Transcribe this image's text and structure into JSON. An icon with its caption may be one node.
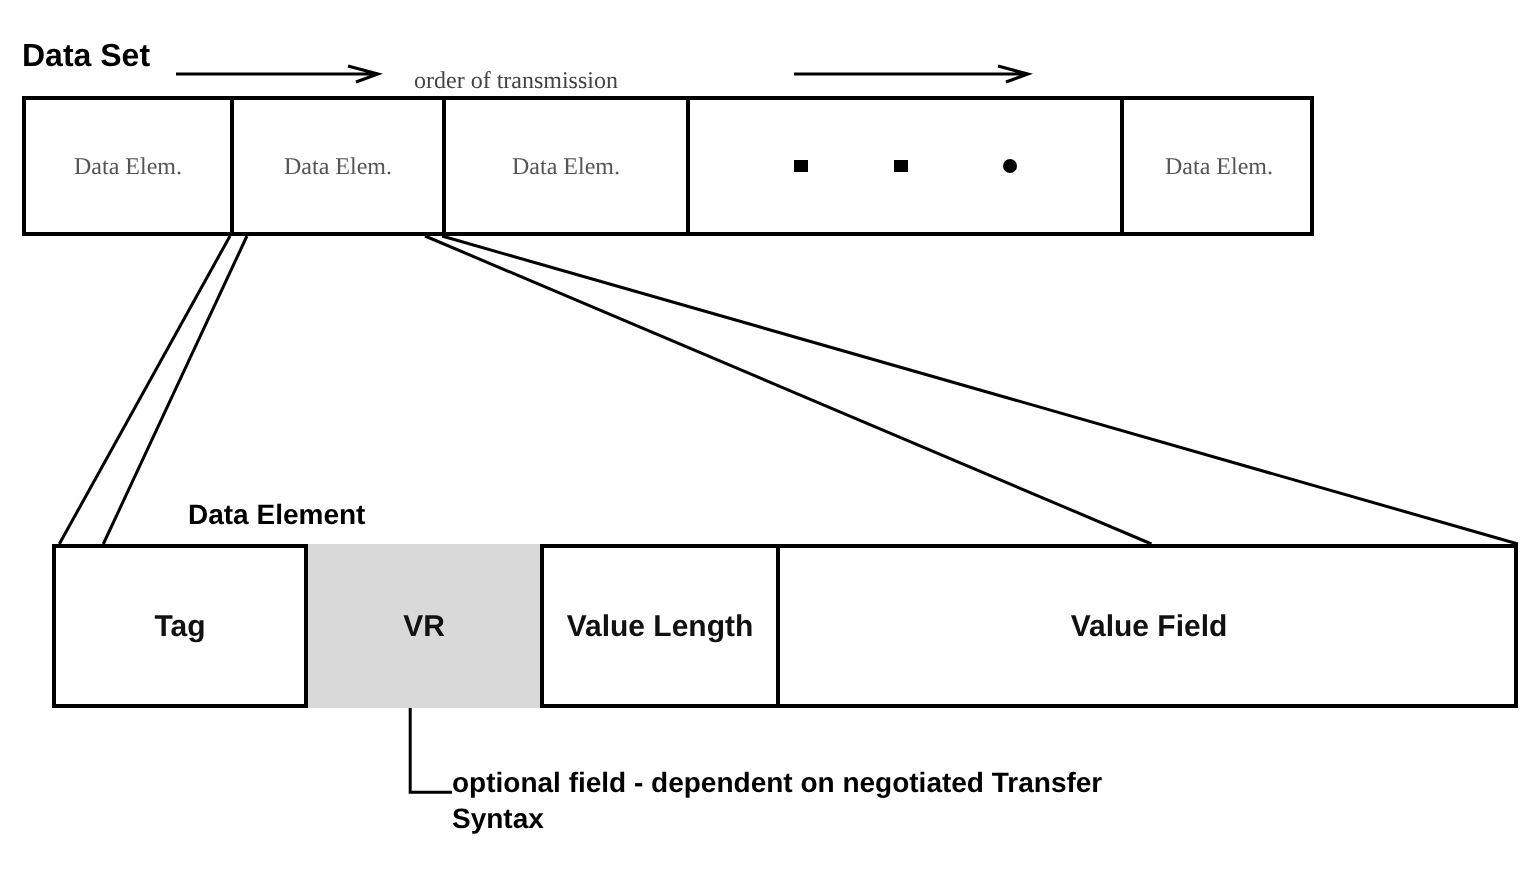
{
  "diagram": {
    "nodes": [
      {
        "text": [
          "Data Set"
        ]
      },
      {
        "text": [
          "Data Elem."
        ],
        "in": 0
      },
      {
        "text": [
          "Data Elem."
        ],
        "in": 0
      },
      {
        "text": [
          "Data Elem."
        ],
        "in": 0
      },
      {
        "text": [],
        "shape": "box",
        "in": 0
      },
      {
        "text": [
          "Data Elem."
        ],
        "in": 0
      },
      {
        "text": [
          "Data Element"
        ]
      },
      {
        "text": [
          "Tag"
        ],
        "in": 6
      },
      {
        "text": [
          "VR"
        ],
        "in": 6
      },
      {
        "text": [
          "Value Length"
        ],
        "in": 6
      },
      {
        "text": [
          "Value Field"
        ],
        "in": 6
      },
      {
        "text": [
          "optional field - dependent on negotiated Transfer Syntax"
        ]
      }
    ],
    "edges": [
      {
        "from": 2,
        "to": 6,
        "arrow": "none"
      },
      {
        "from": 2,
        "to": 6,
        "arrow": "none"
      },
      {
        "from": 2,
        "to": 6,
        "arrow": "none"
      },
      {
        "from": 2,
        "to": 6,
        "arrow": "none"
      },
      {
        "from": 11,
        "to": 8,
        "arrow": "none"
      }
    ],
    "labels": [
      "order of transmission"
    ]
  }
}
